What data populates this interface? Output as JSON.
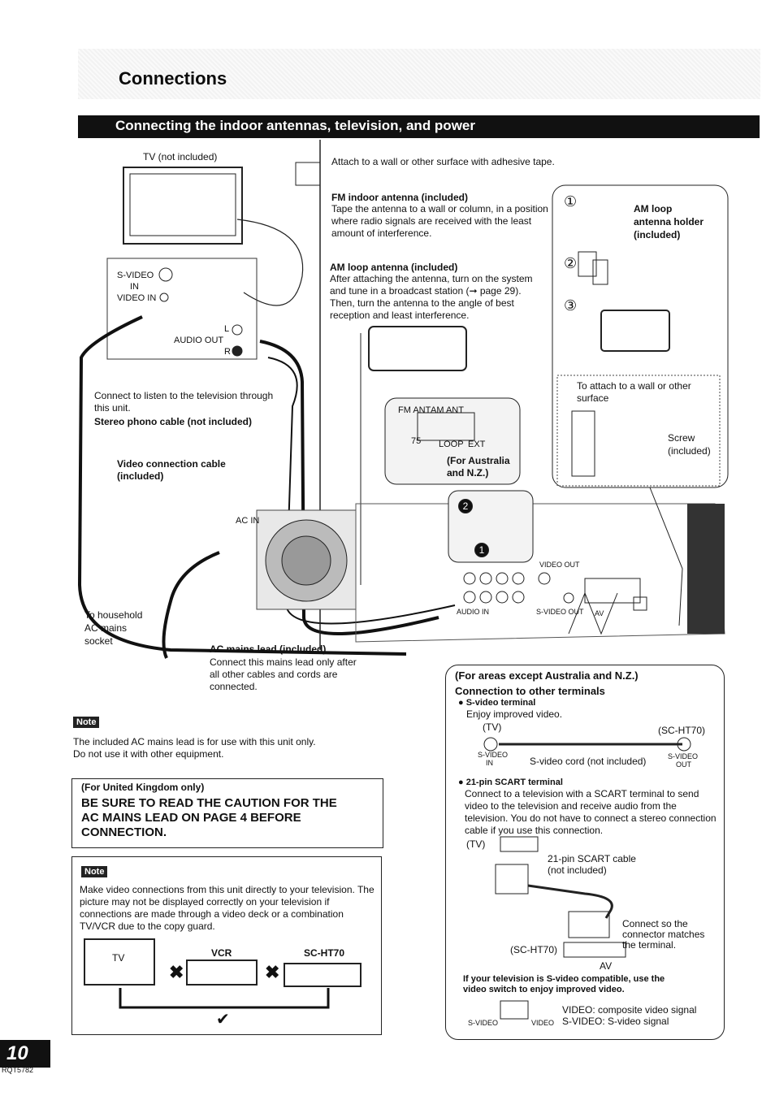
{
  "header": {
    "section_title": "Connections",
    "subtitle": "Connecting the indoor antennas, television, and power"
  },
  "diagram": {
    "tv_label": "TV (not included)",
    "svideo_in": "S-VIDEO",
    "in": "IN",
    "video_in": "VIDEO IN",
    "audio_out": "AUDIO OUT",
    "audio_l": "L",
    "audio_r": "R",
    "connect_listen": "Connect to listen to the television through this unit.",
    "stereo_cable": "Stereo phono cable (not included)",
    "video_cable_1": "Video connection cable",
    "video_cable_2": "(included)",
    "household_1": "To household",
    "household_2": "AC mains",
    "household_3": "socket",
    "ac_lead_title": "AC mains lead (included)",
    "ac_lead_text": "Connect this mains lead only after all other cables and cords are connected.",
    "attach_tape": "Attach to a wall or other surface with adhesive tape.",
    "fm_title": "FM indoor antenna (included)",
    "fm_text": "Tape the antenna to a wall or column, in a position where radio signals are received with the least amount of interference.",
    "am_title": "AM loop antenna (included)",
    "am_text": "After attaching the antenna, turn on the system and tune in a broadcast station (➞ page 29). Then, turn the antenna to the angle of best reception and least interference.",
    "fm_ant": "FM ANT",
    "am_ant": "AM ANT",
    "ohm": "75",
    "loop": "LOOP",
    "ext": "EXT",
    "for_australia_1": "(For Australia",
    "for_australia_2": "and N.Z.)",
    "ac_in": "AC IN",
    "video_out": "VIDEO OUT",
    "audio_in": "AUDIO IN",
    "svideo_out": "S-VIDEO OUT",
    "av": "AV",
    "step1": "①",
    "step2": "②",
    "step3": "③",
    "am_holder_1": "AM loop",
    "am_holder_2": "antenna holder",
    "am_holder_3": "(included)",
    "attach_wall_1": "To attach to a wall or other",
    "attach_wall_2": "surface",
    "screw_1": "Screw",
    "screw_2": "(included)",
    "badge_2": "2",
    "badge_1": "1"
  },
  "note1": {
    "tag": "Note",
    "text_1": "The included AC mains lead is for use with this unit only.",
    "text_2": "Do not use it with other equipment."
  },
  "uk_box": {
    "label": "(For United Kingdom only)",
    "caution_1": "BE SURE TO READ THE CAUTION FOR THE",
    "caution_2": "AC MAINS LEAD ON PAGE 4 BEFORE",
    "caution_3": "CONNECTION."
  },
  "note2": {
    "tag": "Note",
    "text": "Make video connections from this unit directly to your television. The picture may not be displayed correctly on your television if connections are made through a video deck or a combination TV/VCR due to the copy guard.",
    "tv": "TV",
    "vcr": "VCR",
    "sc": "SC-HT70",
    "check": "✔"
  },
  "other_terminals": {
    "area": "(For areas except Australia and N.Z.)",
    "title": "Connection to other terminals",
    "svideo_title": "● S-video terminal",
    "svideo_text": "Enjoy improved video.",
    "tv": "(TV)",
    "sc": "(SC-HT70)",
    "svideo_in_1": "S-VIDEO",
    "svideo_in_2": "IN",
    "svideo_cord": "S-video cord (not included)",
    "svideo_out_1": "S-VIDEO",
    "svideo_out_2": "OUT",
    "scart_title": "● 21-pin SCART terminal",
    "scart_text": "Connect to a television with a SCART terminal to send video to the television and receive audio from the television. You do not have to connect a stereo connection cable if you use this connection.",
    "scart_cable_1": "21-pin SCART cable",
    "scart_cable_2": "(not included)",
    "tv2": "(TV)",
    "sc2": "(SC-HT70)",
    "connect_so_1": "Connect so the",
    "connect_so_2": "connector matches",
    "connect_so_3": "the terminal.",
    "av": "AV",
    "compat_1": "If your television is S-video compatible, use the",
    "compat_2": "video switch to enjoy improved video.",
    "video_def": "VIDEO:   composite video signal",
    "svideo_def": "S-VIDEO: S-video signal",
    "switch_svideo": "S-VIDEO",
    "switch_video": "VIDEO"
  },
  "footer": {
    "page": "10",
    "code": "RQT5782"
  }
}
